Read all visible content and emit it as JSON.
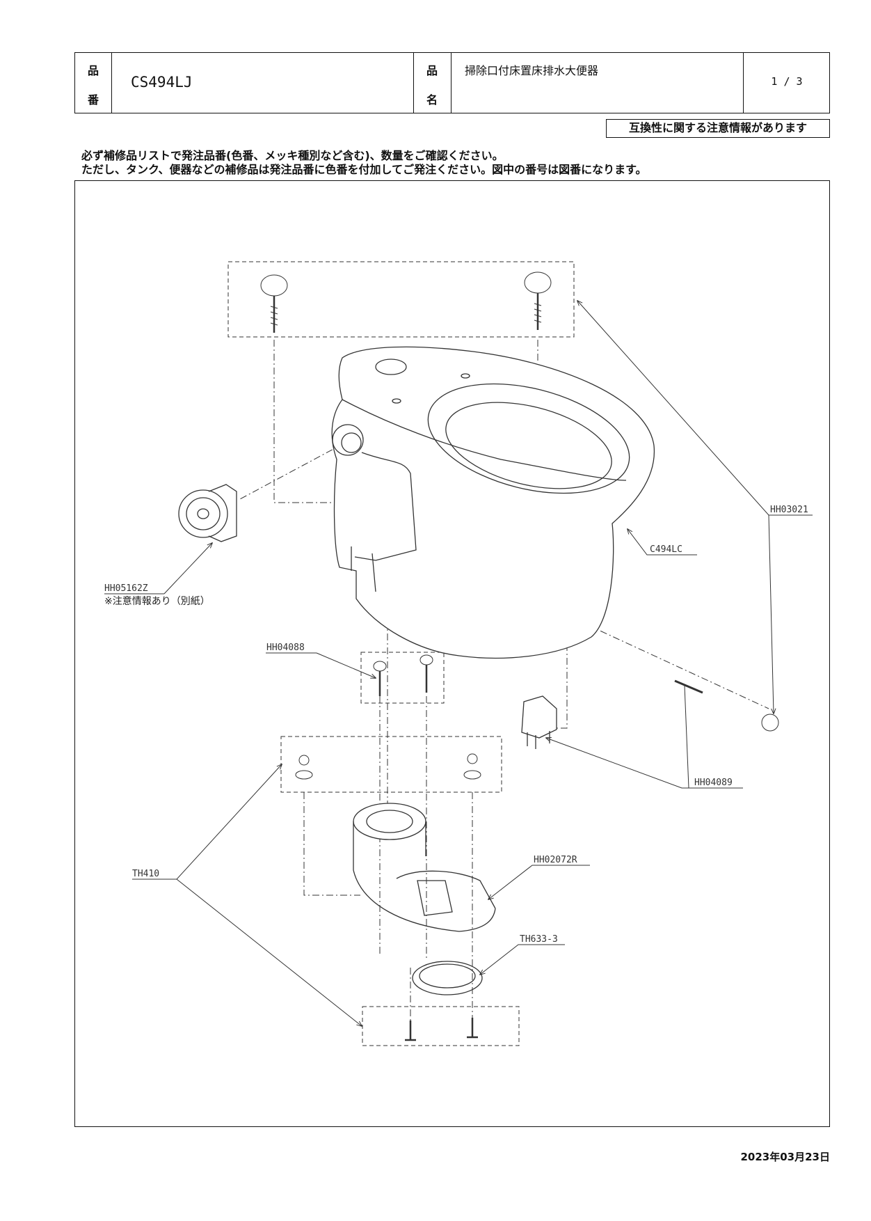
{
  "header": {
    "label_hinban_1": "品",
    "label_hinban_2": "番",
    "product_code": "CS494LJ",
    "label_hinmei_1": "品",
    "label_hinmei_2": "名",
    "product_name": "掃除口付床置床排水大便器",
    "page": "1 / 3"
  },
  "notice": "互換性に関する注意情報があります",
  "instructions": [
    "必ず補修品リストで発注品番(色番、メッキ種別など含む)、数量をご確認ください。",
    "ただし、タンク、便器などの補修品は発注品番に色番を付加してご発注ください。図中の番号は図番になります。"
  ],
  "parts": [
    {
      "id": "HH03021"
    },
    {
      "id": "C494LC"
    },
    {
      "id": "HH05162Z",
      "note": "※注意情報あり（別紙）"
    },
    {
      "id": "HH04088"
    },
    {
      "id": "HH04089"
    },
    {
      "id": "TH410"
    },
    {
      "id": "HH02072R"
    },
    {
      "id": "TH633-3"
    }
  ],
  "date": "2023年03月23日"
}
